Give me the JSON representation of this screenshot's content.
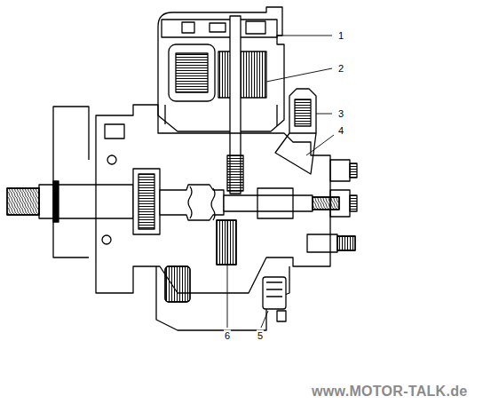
{
  "diagram": {
    "labels": [
      "1",
      "2",
      "3",
      "4",
      "6",
      "5",
      "www.MOTOR-TALK.de"
    ]
  }
}
